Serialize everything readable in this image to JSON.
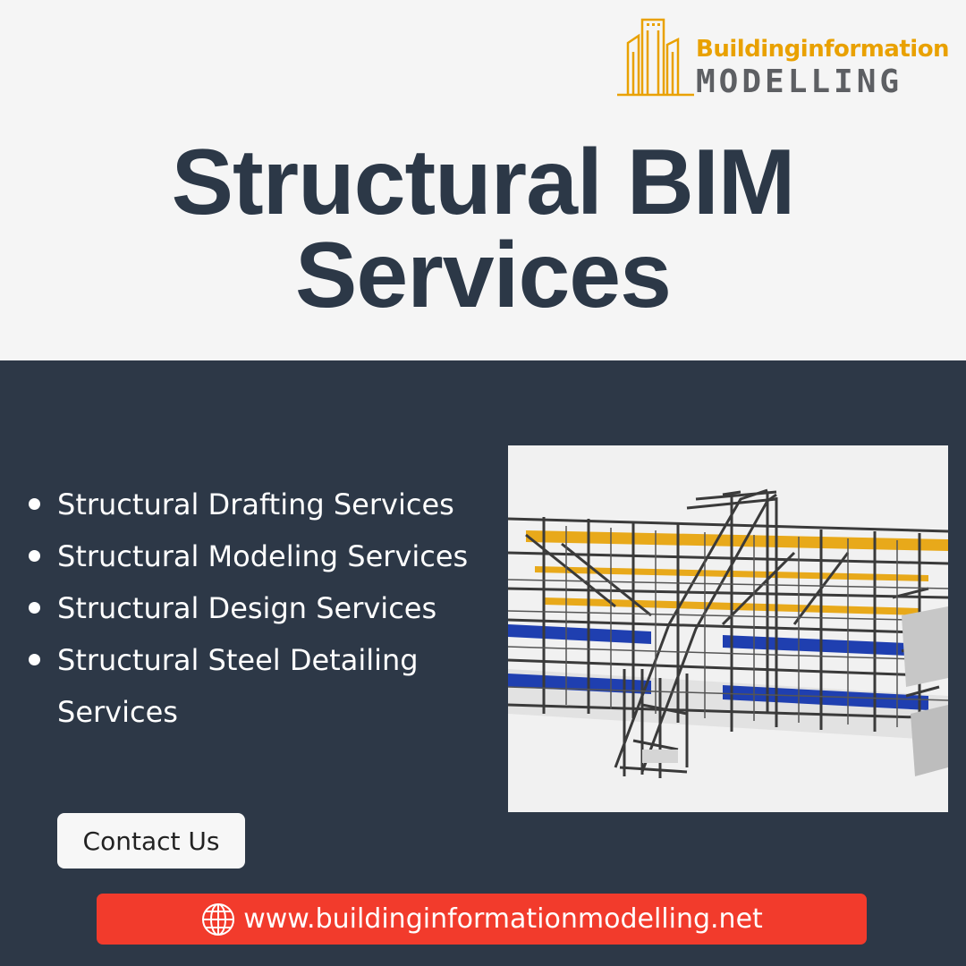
{
  "brand": {
    "line1": "Buildinginformation",
    "line2": "MODELLING",
    "colors": {
      "accent": "#e9a100",
      "wordmark": "#5d5f63"
    }
  },
  "headline": {
    "line1": "Structural BIM",
    "line2": "Services"
  },
  "services": [
    "Structural Drafting Services",
    "Structural Modeling Services",
    "Structural Design Services",
    "Structural Steel Detailing Services"
  ],
  "contact_button": {
    "label": "Contact Us"
  },
  "footer": {
    "icon": "globe-icon",
    "url": "www.buildinginformationmodelling.net"
  },
  "colors": {
    "top_bg": "#f5f5f5",
    "bottom_bg": "#2d3847",
    "headline": "#2c3847",
    "url_bar": "#f23b2c"
  }
}
